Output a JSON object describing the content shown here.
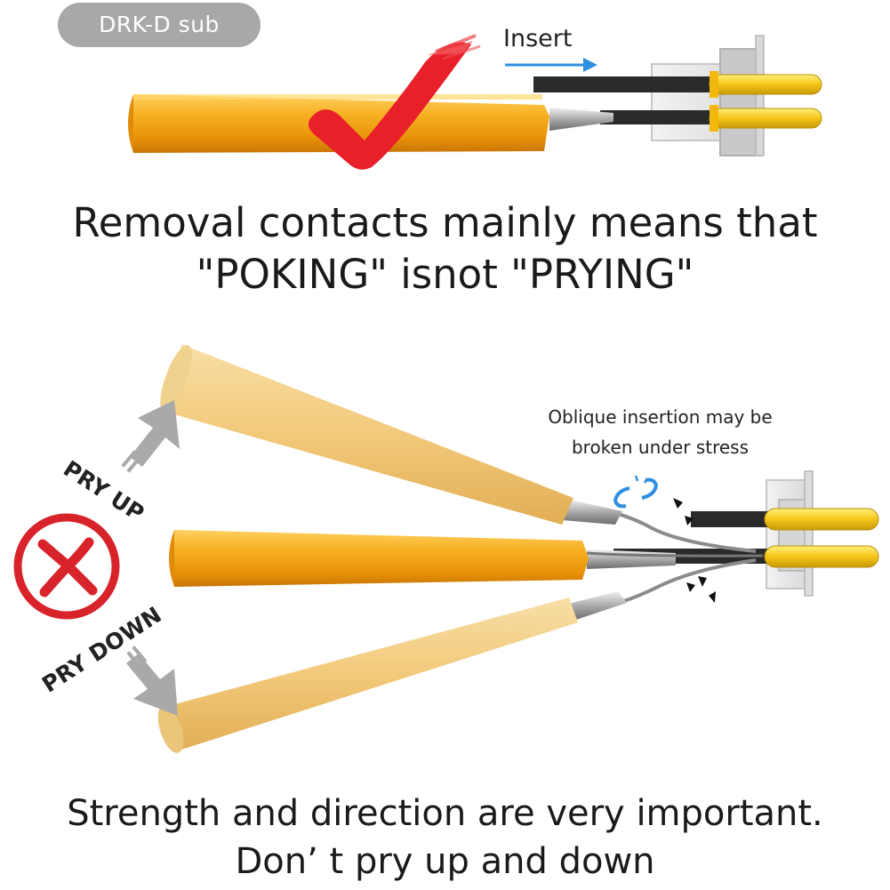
{
  "badge": {
    "label": "DRK-D sub"
  },
  "top_diagram": {
    "insert_label": "Insert"
  },
  "headline": {
    "line1": "Removal contacts mainly means that",
    "line2": "\"POKING\" isnot \"PRYING\""
  },
  "warning_note": {
    "line1": "Oblique insertion may be",
    "line2": "broken under stress"
  },
  "pry_labels": {
    "up": "PRY UP",
    "down": "PRY DOWN"
  },
  "footer": {
    "line1": "Strength and direction are very important.",
    "line2": "Don’ t pry up and down"
  },
  "colors": {
    "tool_orange": "#f0a514",
    "tool_pale": "#f2cd84",
    "check_red": "#e8202a",
    "cross_red": "#d8232a",
    "arrow_blue": "#2f8fe0",
    "arrow_gray": "#a9a9a9",
    "pin_yellow": "#f5c518",
    "badge_gray": "#a8a8a8"
  },
  "icons": [
    "check-mark-icon",
    "cross-circle-icon",
    "broken-link-icon",
    "arrow-up-icon",
    "arrow-down-icon",
    "insert-arrow-icon"
  ]
}
